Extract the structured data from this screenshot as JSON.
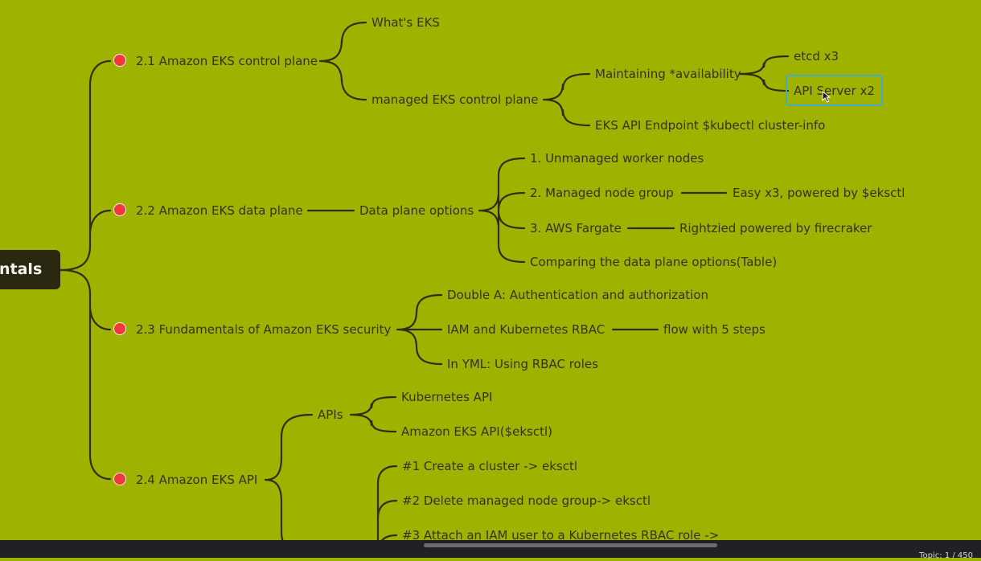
{
  "root": {
    "label": "ntals"
  },
  "branches": [
    {
      "label": "2.1 Amazon EKS control plane",
      "children": [
        {
          "label": "What's EKS"
        },
        {
          "label": "managed EKS control plane",
          "children": [
            {
              "label": "Maintaining *availability",
              "children": [
                {
                  "label": "etcd x3"
                },
                {
                  "label": "API Server x2"
                }
              ]
            },
            {
              "label": "EKS API Endpoint $kubectl cluster-info"
            }
          ]
        }
      ]
    },
    {
      "label": "2.2 Amazon EKS data plane",
      "children": [
        {
          "label": "Data plane options",
          "children": [
            {
              "label": "1. Unmanaged worker nodes"
            },
            {
              "label": "2. Managed node group",
              "children": [
                {
                  "label": "Easy x3, powered by $eksctl"
                }
              ]
            },
            {
              "label": "3. AWS Fargate",
              "children": [
                {
                  "label": "Rightzied powered by firecraker"
                }
              ]
            },
            {
              "label": "Comparing the data plane options(Table)"
            }
          ]
        }
      ]
    },
    {
      "label": "2.3 Fundamentals of Amazon EKS security",
      "children": [
        {
          "label": "Double A:    Authentication and authorization"
        },
        {
          "label": "IAM and Kubernetes RBAC",
          "children": [
            {
              "label": "flow with 5 steps"
            }
          ]
        },
        {
          "label": "In YML: Using RBAC roles"
        }
      ]
    },
    {
      "label": "2.4 Amazon EKS API",
      "children": [
        {
          "label": "APIs",
          "children": [
            {
              "label": "Kubernetes API"
            },
            {
              "label": "Amazon EKS API($eksctl)"
            }
          ]
        },
        {
          "label": "",
          "children": [
            {
              "label": "#1 Create a cluster -> eksctl"
            },
            {
              "label": "#2 Delete managed node group-> eksctl"
            },
            {
              "label": "#3 Attach an IAM user to a Kubernetes RBAC role ->"
            }
          ]
        }
      ]
    }
  ],
  "status": {
    "topic_count": "Topic: 1 / 450"
  },
  "colors": {
    "background": "#a0b200",
    "line": "#2f2d0f",
    "marker": "#f0393f",
    "selection": "#3fb0c4",
    "root_fill": "#2a2810"
  }
}
